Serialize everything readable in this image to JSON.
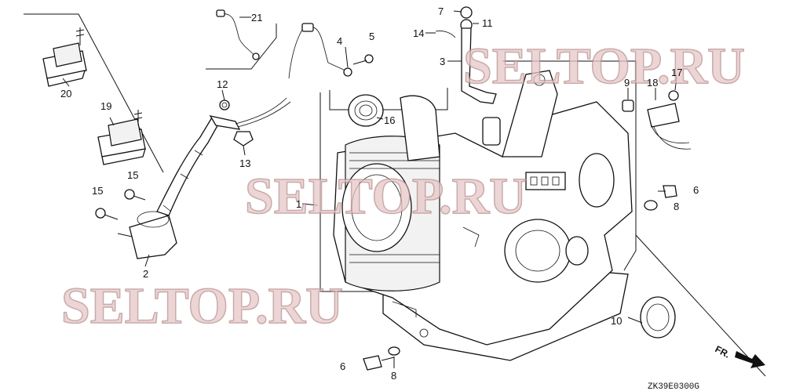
{
  "watermark": "SELTOP.RU",
  "diagram_code": "ZK39E0300G",
  "direction_label": "FR.",
  "callouts": {
    "n1": "1",
    "n2": "2",
    "n3": "3",
    "n4": "4",
    "n5": "5",
    "n6a": "6",
    "n6b": "6",
    "n7": "7",
    "n8a": "8",
    "n8b": "8",
    "n9": "9",
    "n10": "10",
    "n11": "11",
    "n12": "12",
    "n13": "13",
    "n14": "14",
    "n15a": "15",
    "n15b": "15",
    "n16": "16",
    "n17": "17",
    "n18": "18",
    "n19": "19",
    "n20": "20",
    "n21": "21"
  }
}
